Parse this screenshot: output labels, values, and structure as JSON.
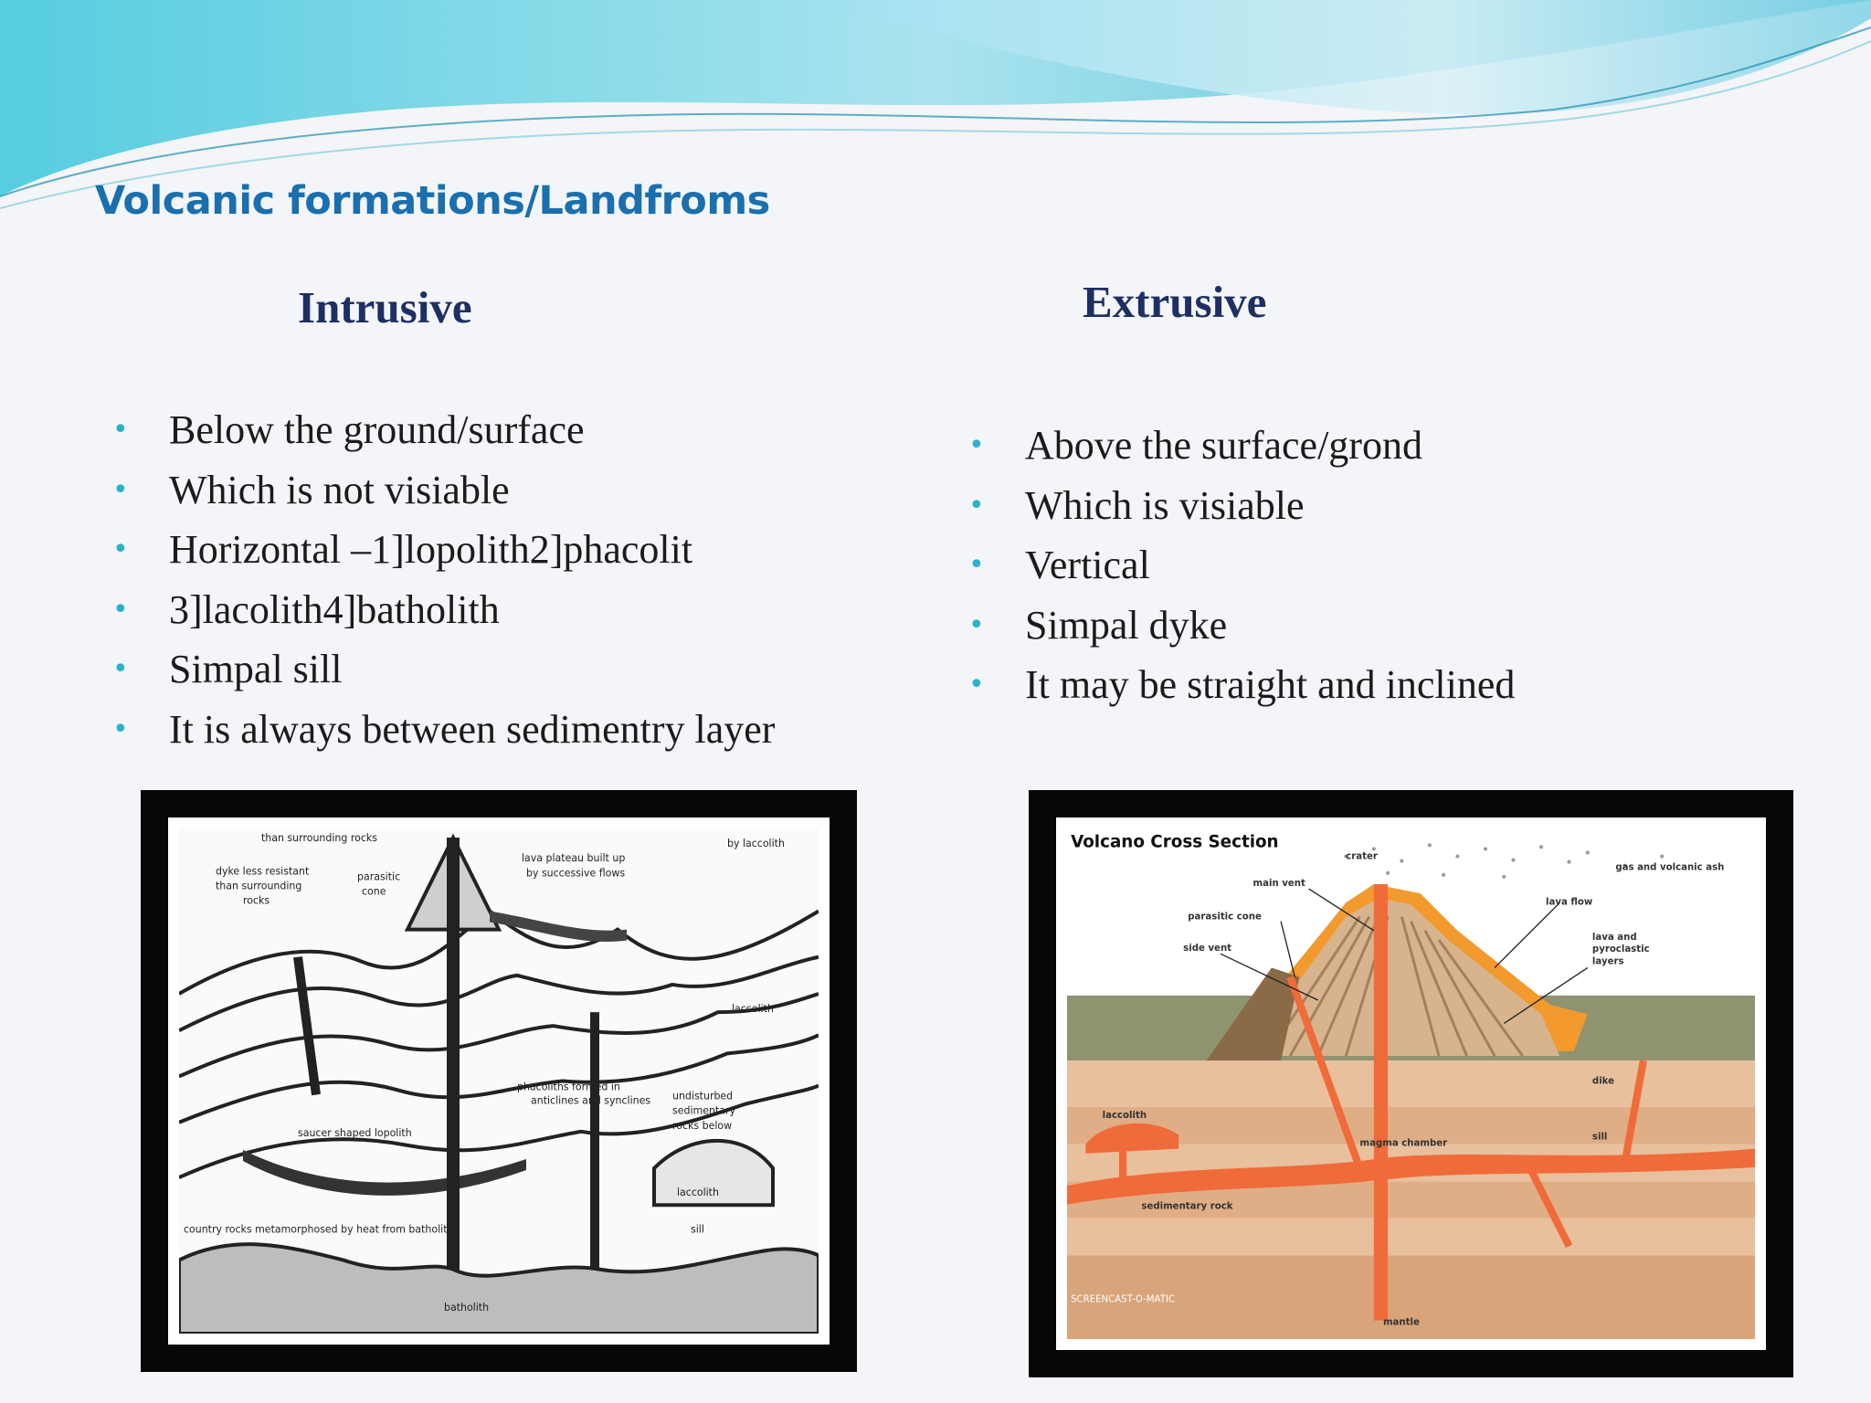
{
  "slide": {
    "title": "Volcanic formations/Landfroms",
    "accent_color": "#1a6fae",
    "heading_color": "#1d2f63",
    "bullet_color": "#2ab3c8"
  },
  "intrusive": {
    "heading": "Intrusive",
    "bullets": [
      "Below the ground/surface",
      "Which is not visiable",
      "Horizontal –1]lopolith2]phacolit",
      "3]lacolith4]batholith",
      "Simpal sill",
      "It is always between sedimentry layer"
    ],
    "diagram": {
      "labels": [
        "than surrounding rocks",
        "dyke less resistant",
        "than surrounding",
        "rocks",
        "parasitic",
        "cone",
        "lava plateau built up",
        "by successive flows",
        "by laccolith",
        "saucer shaped lopolith",
        "phacoliths formed in",
        "anticlines and synclines",
        "undisturbed",
        "sedimentary",
        "rocks below",
        "laccolith",
        "country rocks metamorphosed by heat from batholith",
        "batholith",
        "sill",
        "laccolith"
      ]
    }
  },
  "extrusive": {
    "heading": "Extrusive",
    "bullets": [
      "Above the surface/grond",
      "Which is visiable",
      "Vertical",
      "Simpal dyke",
      "It may be straight and inclined"
    ],
    "diagram": {
      "title": "Volcano Cross Section",
      "labels": {
        "crater": "crater",
        "ash": "gas and volcanic ash",
        "main_vent": "main vent",
        "parasitic_cone": "parasitic cone",
        "lava_flow": "lava flow",
        "side_vent": "side vent",
        "layers_1": "lava and",
        "layers_2": "pyroclastic",
        "layers_3": "layers",
        "dike": "dike",
        "laccolith": "laccolith",
        "magma_chamber": "magma chamber",
        "sill": "sill",
        "sedimentary_rock": "sedimentary rock",
        "mantle": "mantle",
        "watermark": "SCREENCAST-O-MATIC"
      }
    }
  }
}
